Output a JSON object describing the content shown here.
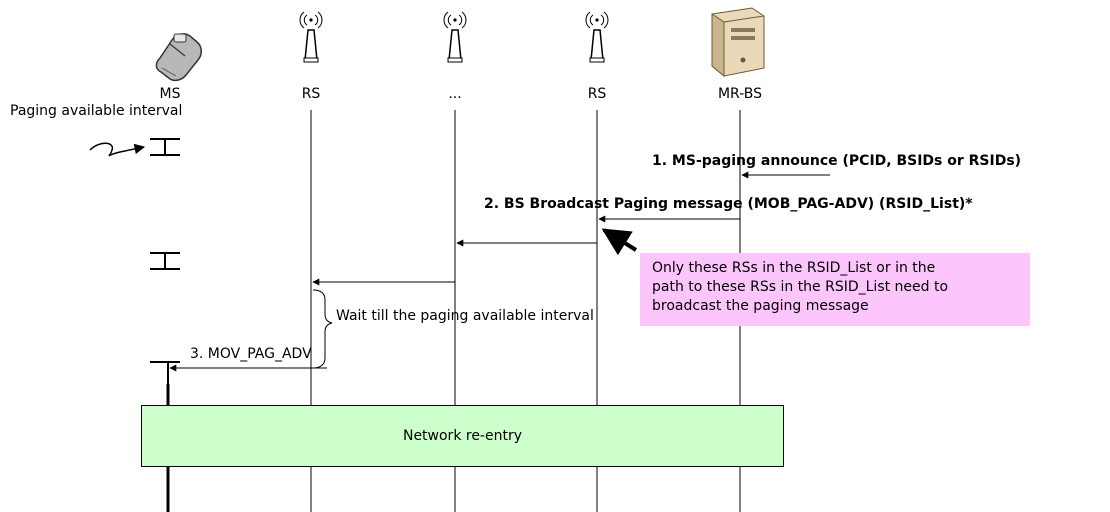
{
  "entities": [
    {
      "label": "MS",
      "icon": "phone-icon"
    },
    {
      "label": "RS",
      "icon": "antenna-icon"
    },
    {
      "label": "...",
      "icon": "antenna-icon"
    },
    {
      "label": "RS",
      "icon": "antenna-icon"
    },
    {
      "label": "MR-BS",
      "icon": "server-icon"
    }
  ],
  "paging_interval_label": "Paging available interval",
  "messages": {
    "m1": "1. MS-paging announce (PCID, BSIDs or RSIDs)",
    "m2": "2. BS Broadcast Paging message (MOB_PAG-ADV) (RSID_List)*",
    "m3": "3. MOV_PAG_ADV"
  },
  "wait_label": "Wait till the paging available interval",
  "note_lines": [
    "Only these RSs in the RSID_List or in the",
    "path to these RSs in the RSID_List need to",
    "broadcast the paging message"
  ],
  "reentry_label": "Network re-entry",
  "colors": {
    "note": "#fcc6fc",
    "reentry": "#ccffcc",
    "line": "#000000"
  }
}
